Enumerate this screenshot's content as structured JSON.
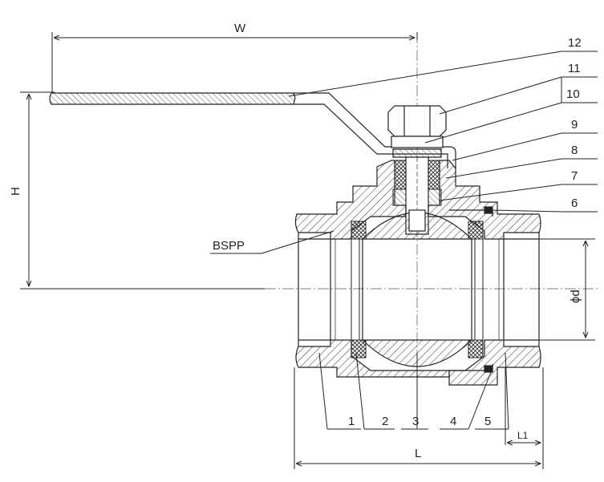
{
  "dimensions": {
    "width": "W",
    "height": "H",
    "length": "L",
    "thread_length": "L1",
    "bore": "ϕd",
    "thread_type": "BSPP"
  },
  "callouts": {
    "top": [
      "12",
      "11",
      "10",
      "9",
      "8",
      "7",
      "6"
    ],
    "bottom": [
      "1",
      "2",
      "3",
      "4",
      "5"
    ]
  }
}
